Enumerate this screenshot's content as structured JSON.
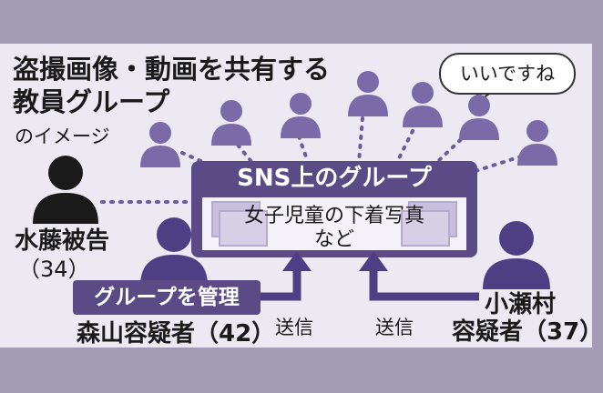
{
  "title": {
    "line1": "盗撮画像・動画を共有する",
    "line2": "教員グループ",
    "line3": "のイメージ"
  },
  "bubble": "いいですね",
  "sns": {
    "title": "SNS上のグループ",
    "line1": "女子児童の下着写真",
    "line2": "など"
  },
  "persons": {
    "mizufuji": {
      "name": "水藤被告",
      "age": "（34）"
    },
    "moriyama": {
      "name": "森山容疑者（42）",
      "role": "グループを管理"
    },
    "kose": {
      "name1": "小瀬村",
      "name2": "容疑者（37）"
    }
  },
  "send_label": "送信",
  "colors": {
    "background": "#a49cb7",
    "panel": "#ece9f3",
    "member": "#7b6aa8",
    "defendant": "#1a1a1a",
    "suspect": "#4e3f85",
    "sns_box": "#5a4a86"
  }
}
